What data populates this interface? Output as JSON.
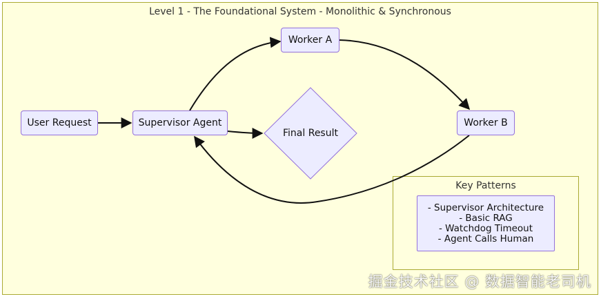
{
  "diagram": {
    "title": "Level 1 - The Foundational System - Monolithic & Synchronous",
    "nodes": {
      "user_request": "User Request",
      "supervisor_agent": "Supervisor Agent",
      "worker_a": "Worker A",
      "worker_b": "Worker B",
      "final_result": "Final Result"
    },
    "key_patterns": {
      "title": "Key Patterns",
      "items": [
        "- Supervisor Architecture",
        "- Basic RAG",
        "- Watchdog Timeout",
        "- Agent Calls Human"
      ]
    },
    "colors": {
      "group_fill": "#ffffde",
      "group_border": "#aaaa33",
      "node_fill": "#ececff",
      "node_border": "#9370db",
      "edge": "#111111"
    }
  },
  "watermark": "掘金技术社区 @ 数据智能老司机"
}
